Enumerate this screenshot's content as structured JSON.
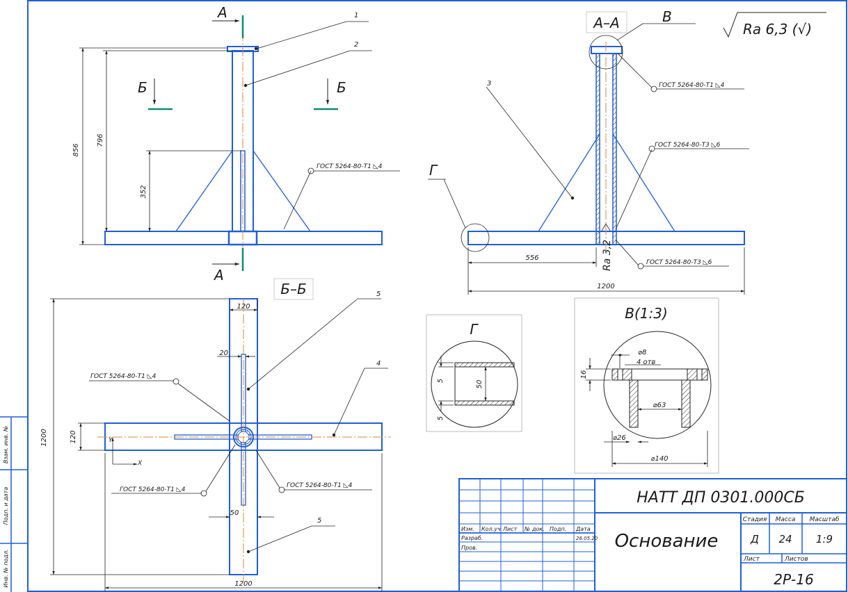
{
  "views": {
    "cut_aa_top": "А",
    "cut_aa_bottom": "А",
    "cut_bb_left": "Б",
    "cut_bb_right": "Б",
    "section_aa_title": "А–А",
    "section_bb_title": "Б–Б",
    "detail_v_marker": "В",
    "detail_g_marker": "Г",
    "detail_v_title": "В(1:3)",
    "detail_g_title": "Г"
  },
  "roughness": {
    "general": "Ra 6,3 (√)",
    "local": "Ra 3,2"
  },
  "positions": [
    "1",
    "2",
    "3",
    "4",
    "5",
    "5"
  ],
  "welds": {
    "front_base": "ГОСТ 5264-80-Т1 ◺4",
    "aa_top": "ГОСТ 5264-80-Т1 ◺4",
    "aa_mid": "ГОСТ 5264-80-Т3 ◺6",
    "aa_bottom": "ГОСТ 5264-80-Т3 ◺6",
    "bb_upper_left": "ГОСТ 5264-80-Т1 ◺4",
    "bb_lower_left": "ГОСТ 5264-80-Т1 ◺4",
    "bb_lower_right": "ГОСТ 5264-80-Т1 ◺4"
  },
  "dims": {
    "front_h_total": "856",
    "front_h_post": "796",
    "front_h_gusset": "352",
    "aa_offset": "556",
    "aa_length": "1200",
    "bb_top_width": "120",
    "bb_slot": "20",
    "bb_left_width": "120",
    "bb_height": "1200",
    "bb_bottom_width": "50",
    "bb_length": "1200",
    "v_hole": "⌀8",
    "v_holes_count": "4 отв",
    "v_thickness": "16",
    "v_bore": "⌀63",
    "v_inner": "⌀26",
    "v_outer": "⌀140",
    "g_height": "50",
    "g_wall_top": "5",
    "g_wall_bottom": "5"
  },
  "axes": {
    "x": "X",
    "y": "Y"
  },
  "side_stamp": [
    "Взам. инв. №",
    "Подп. и дата",
    "Инв. № подл."
  ],
  "title_block": {
    "doc_number": "НАТТ ДП 0301.000СБ",
    "part_name": "Основание",
    "headers": [
      "Изм.",
      "Кол.уч",
      "Лист",
      "№ док.",
      "Подп.",
      "Дата"
    ],
    "row_developer": "Разраб.",
    "row_checker": "Пров.",
    "date": "26.05.20",
    "stage_label": "Стадия",
    "mass_label": "Масса",
    "scale_label": "Масштаб",
    "stage": "Д",
    "mass": "24",
    "scale": "1:9",
    "sheet_label": "Лист",
    "sheets_label": "Листов",
    "group": "2Р-16"
  },
  "colors": {
    "outline": "#1f5fd6",
    "axis": "#d98a3a",
    "cut": "#118a70",
    "text": "#1a1a1a"
  }
}
